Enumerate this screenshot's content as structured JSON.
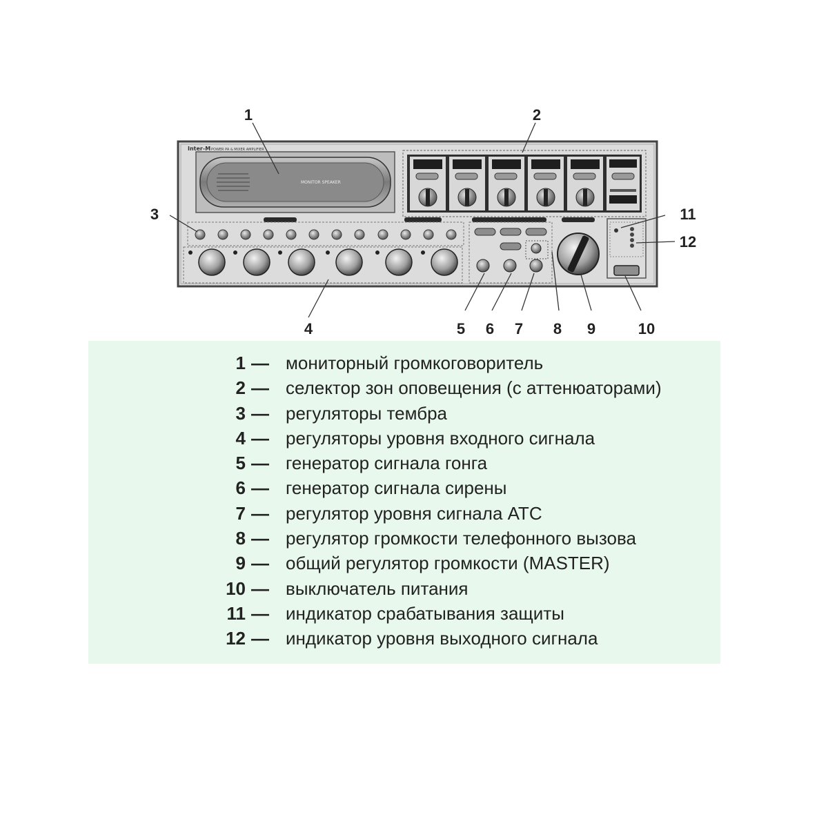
{
  "device": {
    "brand_logo": "Inter-M",
    "model_label": "POWER PA & MIXER AMPLIFIER",
    "speaker_label": "MONITOR SPEAKER"
  },
  "callouts": [
    "1",
    "2",
    "3",
    "4",
    "5",
    "6",
    "7",
    "8",
    "9",
    "10",
    "11",
    "12"
  ],
  "legend": {
    "background": "#e8f8ec",
    "dash": "—",
    "items": [
      {
        "num": "1",
        "text": "мониторный громкоговоритель"
      },
      {
        "num": "2",
        "text": "селектор зон оповещения (с аттенюаторами)"
      },
      {
        "num": "3",
        "text": "регуляторы тембра"
      },
      {
        "num": "4",
        "text": "регуляторы уровня входного сигнала"
      },
      {
        "num": "5",
        "text": "генератор сигнала гонга"
      },
      {
        "num": "6",
        "text": "генератор сигнала сирены"
      },
      {
        "num": "7",
        "text": "регулятор уровня сигнала АТС"
      },
      {
        "num": "8",
        "text": "регулятор громкости телефонного вызова"
      },
      {
        "num": "9",
        "text": "общий регулятор громкости (MASTER)"
      },
      {
        "num": "10",
        "text": "выключатель питания"
      },
      {
        "num": "11",
        "text": "индикатор срабатывания защиты"
      },
      {
        "num": "12",
        "text": "индикатор уровня выходного сигнала"
      }
    ]
  }
}
